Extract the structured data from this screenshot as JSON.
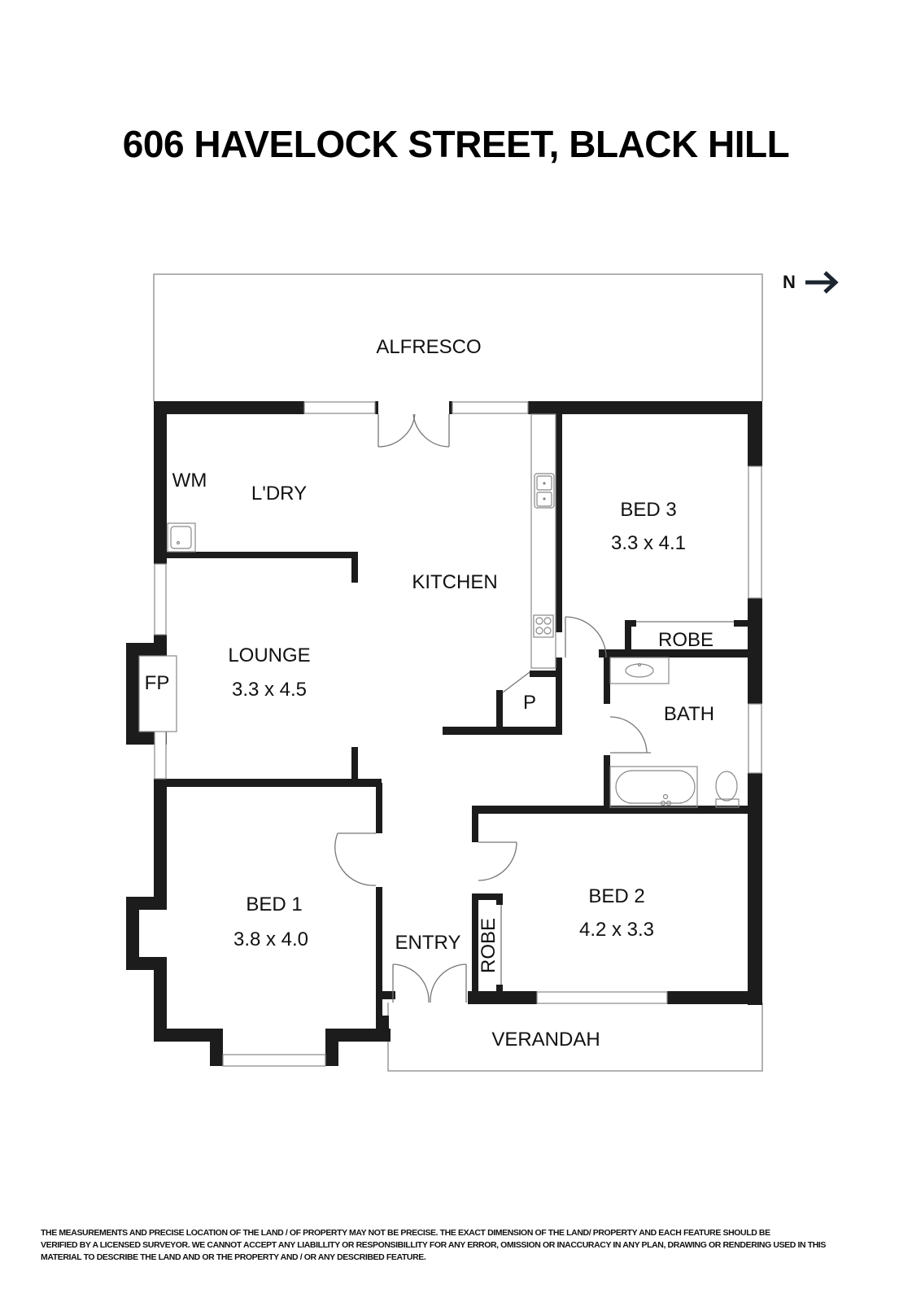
{
  "header": {
    "title": "606 HAVELOCK STREET, BLACK HILL"
  },
  "compass": {
    "label": "N",
    "icon": "arrow-right-icon"
  },
  "rooms": {
    "alfresco": {
      "name": "ALFRESCO"
    },
    "wm": {
      "name": "WM"
    },
    "laundry": {
      "name": "L'DRY"
    },
    "kitchen": {
      "name": "KITCHEN"
    },
    "bed3": {
      "name": "BED 3",
      "size": "3.3 x 4.1"
    },
    "robe_bed3": {
      "name": "ROBE"
    },
    "lounge": {
      "name": "LOUNGE",
      "size": "3.3 x 4.5"
    },
    "fireplace": {
      "name": "FP"
    },
    "pantry": {
      "name": "P"
    },
    "bath": {
      "name": "BATH"
    },
    "bed1": {
      "name": "BED 1",
      "size": "3.8 x 4.0"
    },
    "entry": {
      "name": "ENTRY"
    },
    "robe_bed2": {
      "name": "ROBE"
    },
    "bed2": {
      "name": "BED 2",
      "size": "4.2 x 3.3"
    },
    "verandah": {
      "name": "VERANDAH"
    }
  },
  "disclaimer": {
    "lines": [
      "THE MEASUREMENTS AND PRECISE LOCATION OF THE LAND / OF PROPERTY MAY NOT BE PRECISE.   THE EXACT DIMENSION OF THE LAND/ PROPERTY AND EACH FEATURE SHOULD BE",
      "VERIFIED BY A LICENSED SURVEYOR.  WE CANNOT ACCEPT ANY LIABILLITY OR RESPONSIBILLITY FOR ANY ERROR,  OMISSION OR INACCURACY IN ANY PLAN, DRAWING OR RENDERING USED IN THIS",
      "MATERIAL TO DESCRIBE THE LAND AND OR THE PROPERTY AND / OR ANY DESCRIBED FEATURE."
    ]
  },
  "colors": {
    "wall": "#1c1c1c",
    "fixture_line": "#888888",
    "background": "#ffffff",
    "text": "#111111"
  }
}
